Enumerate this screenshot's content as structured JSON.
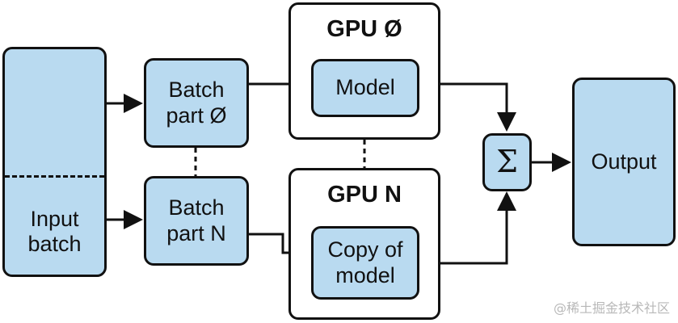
{
  "input_batch": {
    "label": "Input\nbatch"
  },
  "batch_part_0": {
    "label": "Batch\npart Ø"
  },
  "batch_part_n": {
    "label": "Batch\npart N"
  },
  "gpu_0": {
    "title": "GPU Ø",
    "model_label": "Model"
  },
  "gpu_n": {
    "title": "GPU N",
    "model_label": "Copy of\nmodel"
  },
  "sum": {
    "symbol": "Σ"
  },
  "output": {
    "label": "Output"
  },
  "watermark": "@稀土掘金技术社区",
  "colors": {
    "box_fill": "#b9daf0",
    "stroke": "#111111"
  }
}
